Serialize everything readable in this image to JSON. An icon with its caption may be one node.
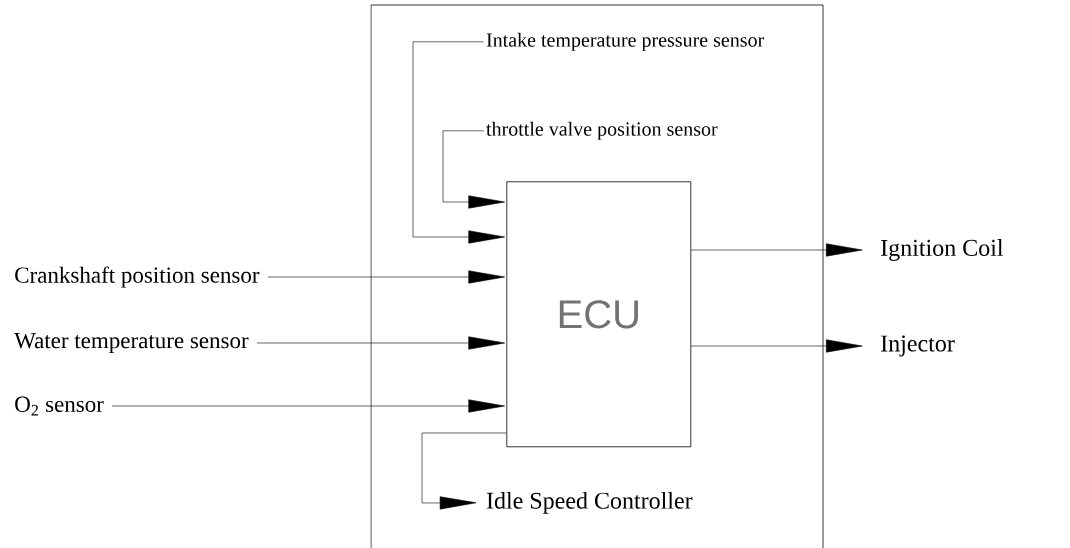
{
  "diagram": {
    "nodes": [
      {
        "text": [],
        "shape": "box"
      },
      {
        "text": [
          "Intake temperature pressure sensor"
        ],
        "in": 0
      },
      {
        "text": [
          "throttle valve position sensor"
        ],
        "in": 0
      },
      {
        "text": [
          "ECU"
        ],
        "in": 0
      },
      {
        "text": [
          "Crankshaft position sensor"
        ]
      },
      {
        "text": [
          "Water temperature sensor"
        ]
      },
      {
        "text": [
          "O$_{2}$ sensor"
        ]
      },
      {
        "text": [
          "Ignition Coil"
        ]
      },
      {
        "text": [
          "Injector"
        ]
      },
      {
        "text": [
          "Idle Speed Controller"
        ],
        "in": 0
      }
    ],
    "edges": [
      {
        "from": 1,
        "to": 3,
        "arrow": "to"
      },
      {
        "from": 2,
        "to": 3,
        "arrow": "to"
      },
      {
        "from": 4,
        "to": 3,
        "arrow": "to"
      },
      {
        "from": 5,
        "to": 3,
        "arrow": "to"
      },
      {
        "from": 6,
        "to": 3,
        "arrow": "to"
      },
      {
        "from": 3,
        "to": 7,
        "arrow": "to"
      },
      {
        "from": 3,
        "to": 8,
        "arrow": "to"
      },
      {
        "from": 3,
        "to": 9,
        "arrow": "to"
      }
    ]
  }
}
